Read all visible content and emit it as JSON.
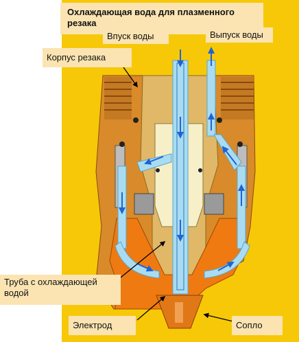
{
  "title": "Охлаждающая вода для плазменного резака",
  "labels": {
    "water_inlet": "Впуск воды",
    "water_outlet": "Выпуск воды",
    "torch_body": "Корпус  резака",
    "coolant_tube": "Труба с охлаждающей водой",
    "electrode": "Электрод",
    "nozzle": "Сопло"
  },
  "colors": {
    "background": "#f7c808",
    "label_fill": "#fbe4b2",
    "copper": "#d98a2a",
    "brass": "#e0b868",
    "orange": "#ef7a12",
    "water": "#a9dcf2",
    "arrow": "#1f63d6",
    "steel": "#9a9a9a",
    "insulator": "#f6efc8"
  }
}
